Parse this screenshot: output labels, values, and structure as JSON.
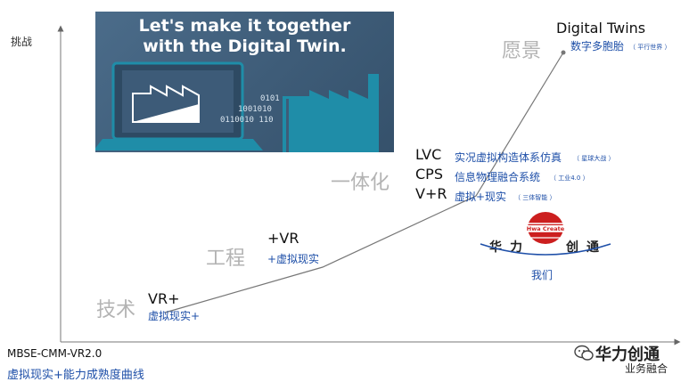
{
  "banner": {
    "line1": "Let's make it together",
    "line2": "with the Digital Twin.",
    "binary1": "0101",
    "binary2": "1001010",
    "binary3": "0110010 110"
  },
  "axes": {
    "y_label": "挑战"
  },
  "stages": {
    "tech": "技术",
    "engineering": "工程",
    "integration": "一体化",
    "vision": "愿景"
  },
  "levels": {
    "vr_plus": {
      "title": "VR+",
      "subtitle": "虚拟现实+"
    },
    "plus_vr": {
      "title": "+VR",
      "subtitle": "+虚拟现实"
    },
    "lvc": {
      "title": "LVC",
      "desc": "实况虚拟构造体系仿真",
      "note": "（ 星球大战 ）"
    },
    "cps": {
      "title": "CPS",
      "desc": "信息物理融合系统",
      "note": "（ 工业4.0 ）"
    },
    "vr_ar": {
      "title": "V+R",
      "desc": "虚拟+现实",
      "note": "（ 三体智能 ）"
    },
    "digital_twins": {
      "title": "Digital Twins",
      "desc": "数字多胞胎",
      "note": "（ 平行世界 ）"
    }
  },
  "logo": {
    "name_en": "Hwa Create",
    "char1": "华",
    "char2": "力",
    "char3": "创",
    "char4": "通",
    "we": "我们"
  },
  "footer": {
    "title": "MBSE-CMM-VR2.0",
    "subtitle": "虚拟现实+能力成熟度曲线",
    "watermark": "华力创通",
    "watermark_sub": "业务融合"
  },
  "colors": {
    "accent_blue": "#1e4fa8",
    "stage_gray": "#b3b3b3",
    "logo_red": "#cc1f1f",
    "banner_bg": "#3e5c78",
    "teal": "#1f8da8"
  }
}
